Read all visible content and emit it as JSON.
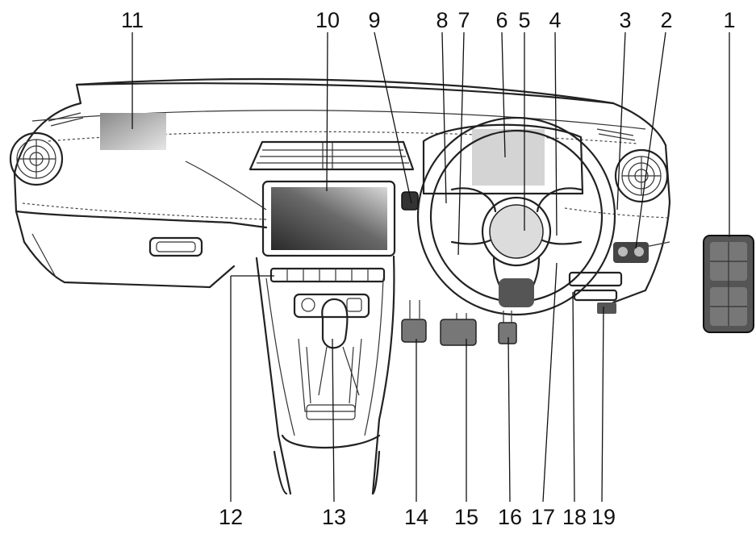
{
  "callouts": {
    "c1": "1",
    "c2": "2",
    "c3": "3",
    "c4": "4",
    "c5": "5",
    "c6": "6",
    "c7": "7",
    "c8": "8",
    "c9": "9",
    "c10": "10",
    "c11": "11",
    "c12": "12",
    "c13": "13",
    "c14": "14",
    "c15": "15",
    "c16": "16",
    "c17": "17",
    "c18": "18",
    "c19": "19"
  },
  "colors": {
    "line": "#111111",
    "screen_dark": "#333333",
    "screen_light": "#cfcfcf",
    "cluster": "#d9d9d9",
    "switch_panel": "#555555"
  }
}
